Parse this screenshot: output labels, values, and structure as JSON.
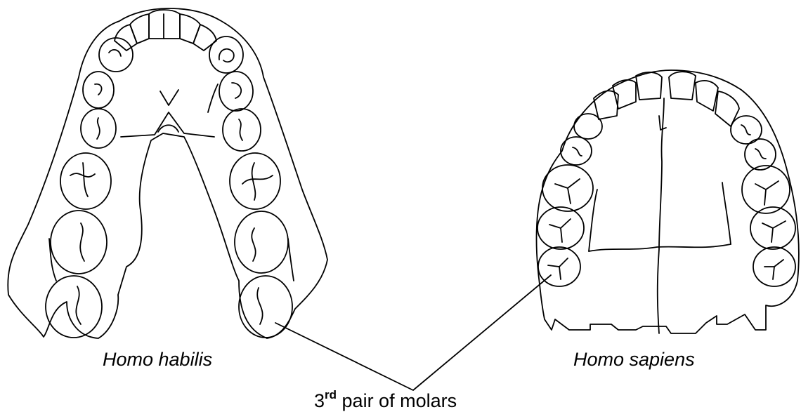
{
  "labels": {
    "left_species": "Homo habilis",
    "right_species": "Homo sapiens",
    "molar_number": "3",
    "molar_suffix": "rd",
    "molar_text": " pair of molars"
  },
  "colors": {
    "line": "#000000",
    "background": "#ffffff"
  }
}
